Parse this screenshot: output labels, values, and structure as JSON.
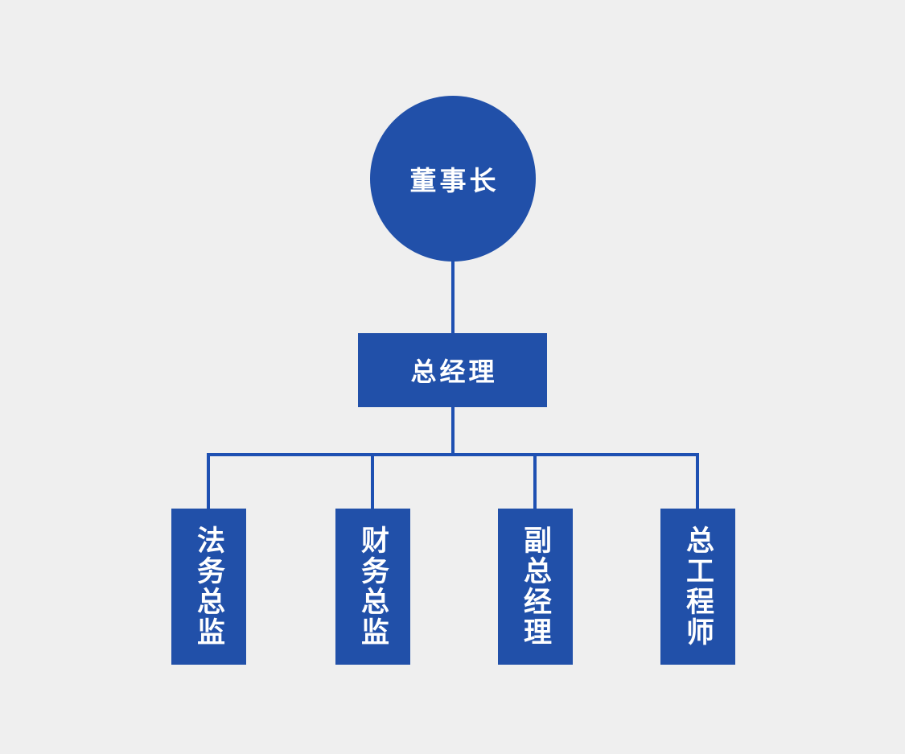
{
  "page": {
    "background_color": "#efefef"
  },
  "palette": {
    "node_fill": "#2150a9",
    "connector_color": "#1e50b2",
    "text_color": "#ffffff"
  },
  "org_chart": {
    "type": "organization-chart",
    "root": {
      "label": "董事长",
      "shape": "circle"
    },
    "manager": {
      "label": "总经理",
      "shape": "rectangle"
    },
    "departments": [
      {
        "label": "法务总监",
        "shape": "vertical-rectangle"
      },
      {
        "label": "财务总监",
        "shape": "vertical-rectangle"
      },
      {
        "label": "副总经理",
        "shape": "vertical-rectangle"
      },
      {
        "label": "总工程师",
        "shape": "vertical-rectangle"
      }
    ]
  }
}
